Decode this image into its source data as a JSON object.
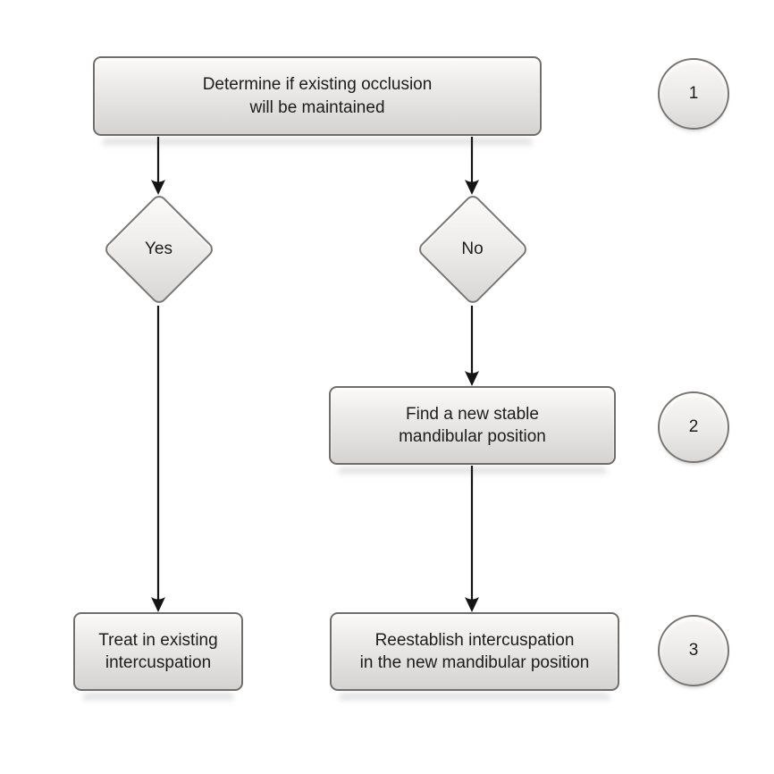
{
  "diagram": {
    "type": "flowchart",
    "nodes": {
      "determine": {
        "shape": "rounded-rect",
        "lines": [
          "Determine if existing occlusion",
          "will be maintained"
        ]
      },
      "yes": {
        "shape": "diamond",
        "label": "Yes"
      },
      "no": {
        "shape": "diamond",
        "label": "No"
      },
      "find": {
        "shape": "rounded-rect",
        "lines": [
          "Find a new stable",
          "mandibular position"
        ]
      },
      "treat": {
        "shape": "rounded-rect",
        "lines": [
          "Treat in existing",
          "intercuspation"
        ]
      },
      "reestablish": {
        "shape": "rounded-rect",
        "lines": [
          "Reestablish intercuspation",
          "in the new mandibular position"
        ]
      }
    },
    "edges": [
      {
        "from": "determine",
        "to": "yes"
      },
      {
        "from": "determine",
        "to": "no"
      },
      {
        "from": "no",
        "to": "find"
      },
      {
        "from": "find",
        "to": "reestablish"
      },
      {
        "from": "yes",
        "to": "treat"
      }
    ],
    "step_markers": [
      {
        "value": "1"
      },
      {
        "value": "2"
      },
      {
        "value": "3"
      }
    ],
    "colors": {
      "background": "#ffffff",
      "node_fill_top": "#fbfaf9",
      "node_fill_bottom": "#d5d3d1",
      "node_border": "#6f6e6d",
      "arrow": "#141414",
      "text": "#1c1c1c"
    }
  }
}
